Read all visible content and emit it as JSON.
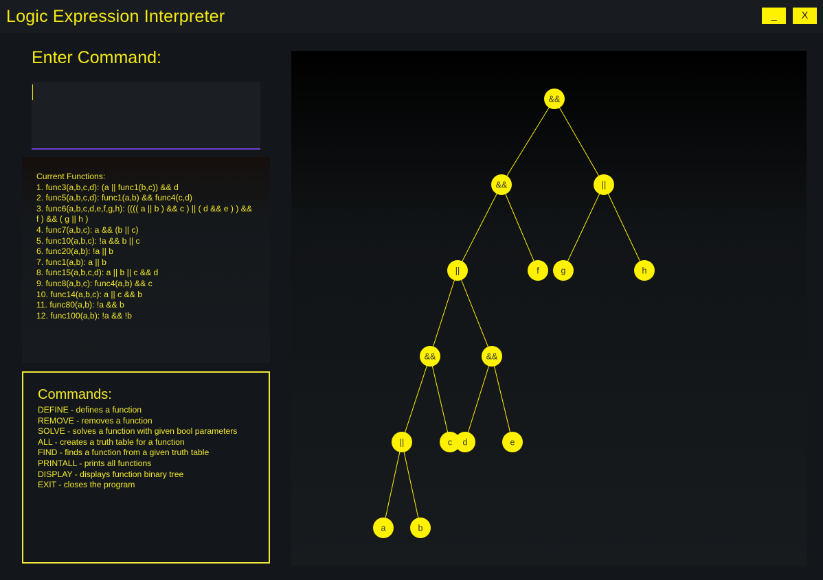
{
  "window": {
    "title": "Logic Expression Interpreter",
    "minimize_label": "_",
    "close_label": "X"
  },
  "command_input": {
    "label": "Enter Command:",
    "value": ""
  },
  "functions": {
    "header": "Current Functions:",
    "items": [
      "1. func3(a,b,c,d): (a || func1(b,c)) && d",
      "2. func5(a,b,c,d): func1(a,b) && func4(c,d)",
      "3. func6(a,b,c,d,e,f,g,h): (((( a || b ) && c ) || ( d && e ) ) && f ) && ( g || h )",
      "4. func7(a,b,c): a && (b || c)",
      "5. func10(a,b,c): !a && b || c",
      "6. func20(a,b): !a || b",
      "7. func1(a,b): a || b",
      "8. func15(a,b,c,d): a || b || c && d",
      "9. func8(a,b,c): func4(a,b) && c",
      "10. func14(a,b,c): a || c && b",
      "11. func80(a,b): !a && b",
      "12. func100(a,b): !a && !b"
    ]
  },
  "commands": {
    "title": "Commands:",
    "items": [
      "DEFINE - defines a function",
      "REMOVE - removes a function",
      "SOLVE - solves a function with given bool parameters",
      "ALL - creates a truth table for a function",
      "FIND - finds a function from a given truth table",
      "PRINTALL - prints all functions",
      "DISPLAY - displays function binary tree",
      "EXIT - closes the program"
    ]
  },
  "colors": {
    "accent": "#f5ea13",
    "node_fill": "#fff200",
    "input_underline": "#6a3fd0"
  },
  "tree": {
    "nodes": [
      {
        "id": "n1",
        "label": "&&"
      },
      {
        "id": "n2",
        "label": "&&"
      },
      {
        "id": "n3",
        "label": "||"
      },
      {
        "id": "n4",
        "label": "||"
      },
      {
        "id": "n5",
        "label": "f"
      },
      {
        "id": "n6",
        "label": "g"
      },
      {
        "id": "n7",
        "label": "h"
      },
      {
        "id": "n8",
        "label": "&&"
      },
      {
        "id": "n9",
        "label": "&&"
      },
      {
        "id": "n10",
        "label": "||"
      },
      {
        "id": "n11",
        "label": "c"
      },
      {
        "id": "n12",
        "label": "d"
      },
      {
        "id": "n13",
        "label": "e"
      },
      {
        "id": "n14",
        "label": "a"
      },
      {
        "id": "n15",
        "label": "b"
      }
    ],
    "edges": [
      [
        "n1",
        "n2"
      ],
      [
        "n1",
        "n3"
      ],
      [
        "n2",
        "n4"
      ],
      [
        "n2",
        "n5"
      ],
      [
        "n3",
        "n6"
      ],
      [
        "n3",
        "n7"
      ],
      [
        "n4",
        "n8"
      ],
      [
        "n4",
        "n9"
      ],
      [
        "n8",
        "n10"
      ],
      [
        "n8",
        "n11"
      ],
      [
        "n9",
        "n12"
      ],
      [
        "n9",
        "n13"
      ],
      [
        "n10",
        "n14"
      ],
      [
        "n10",
        "n15"
      ]
    ]
  }
}
